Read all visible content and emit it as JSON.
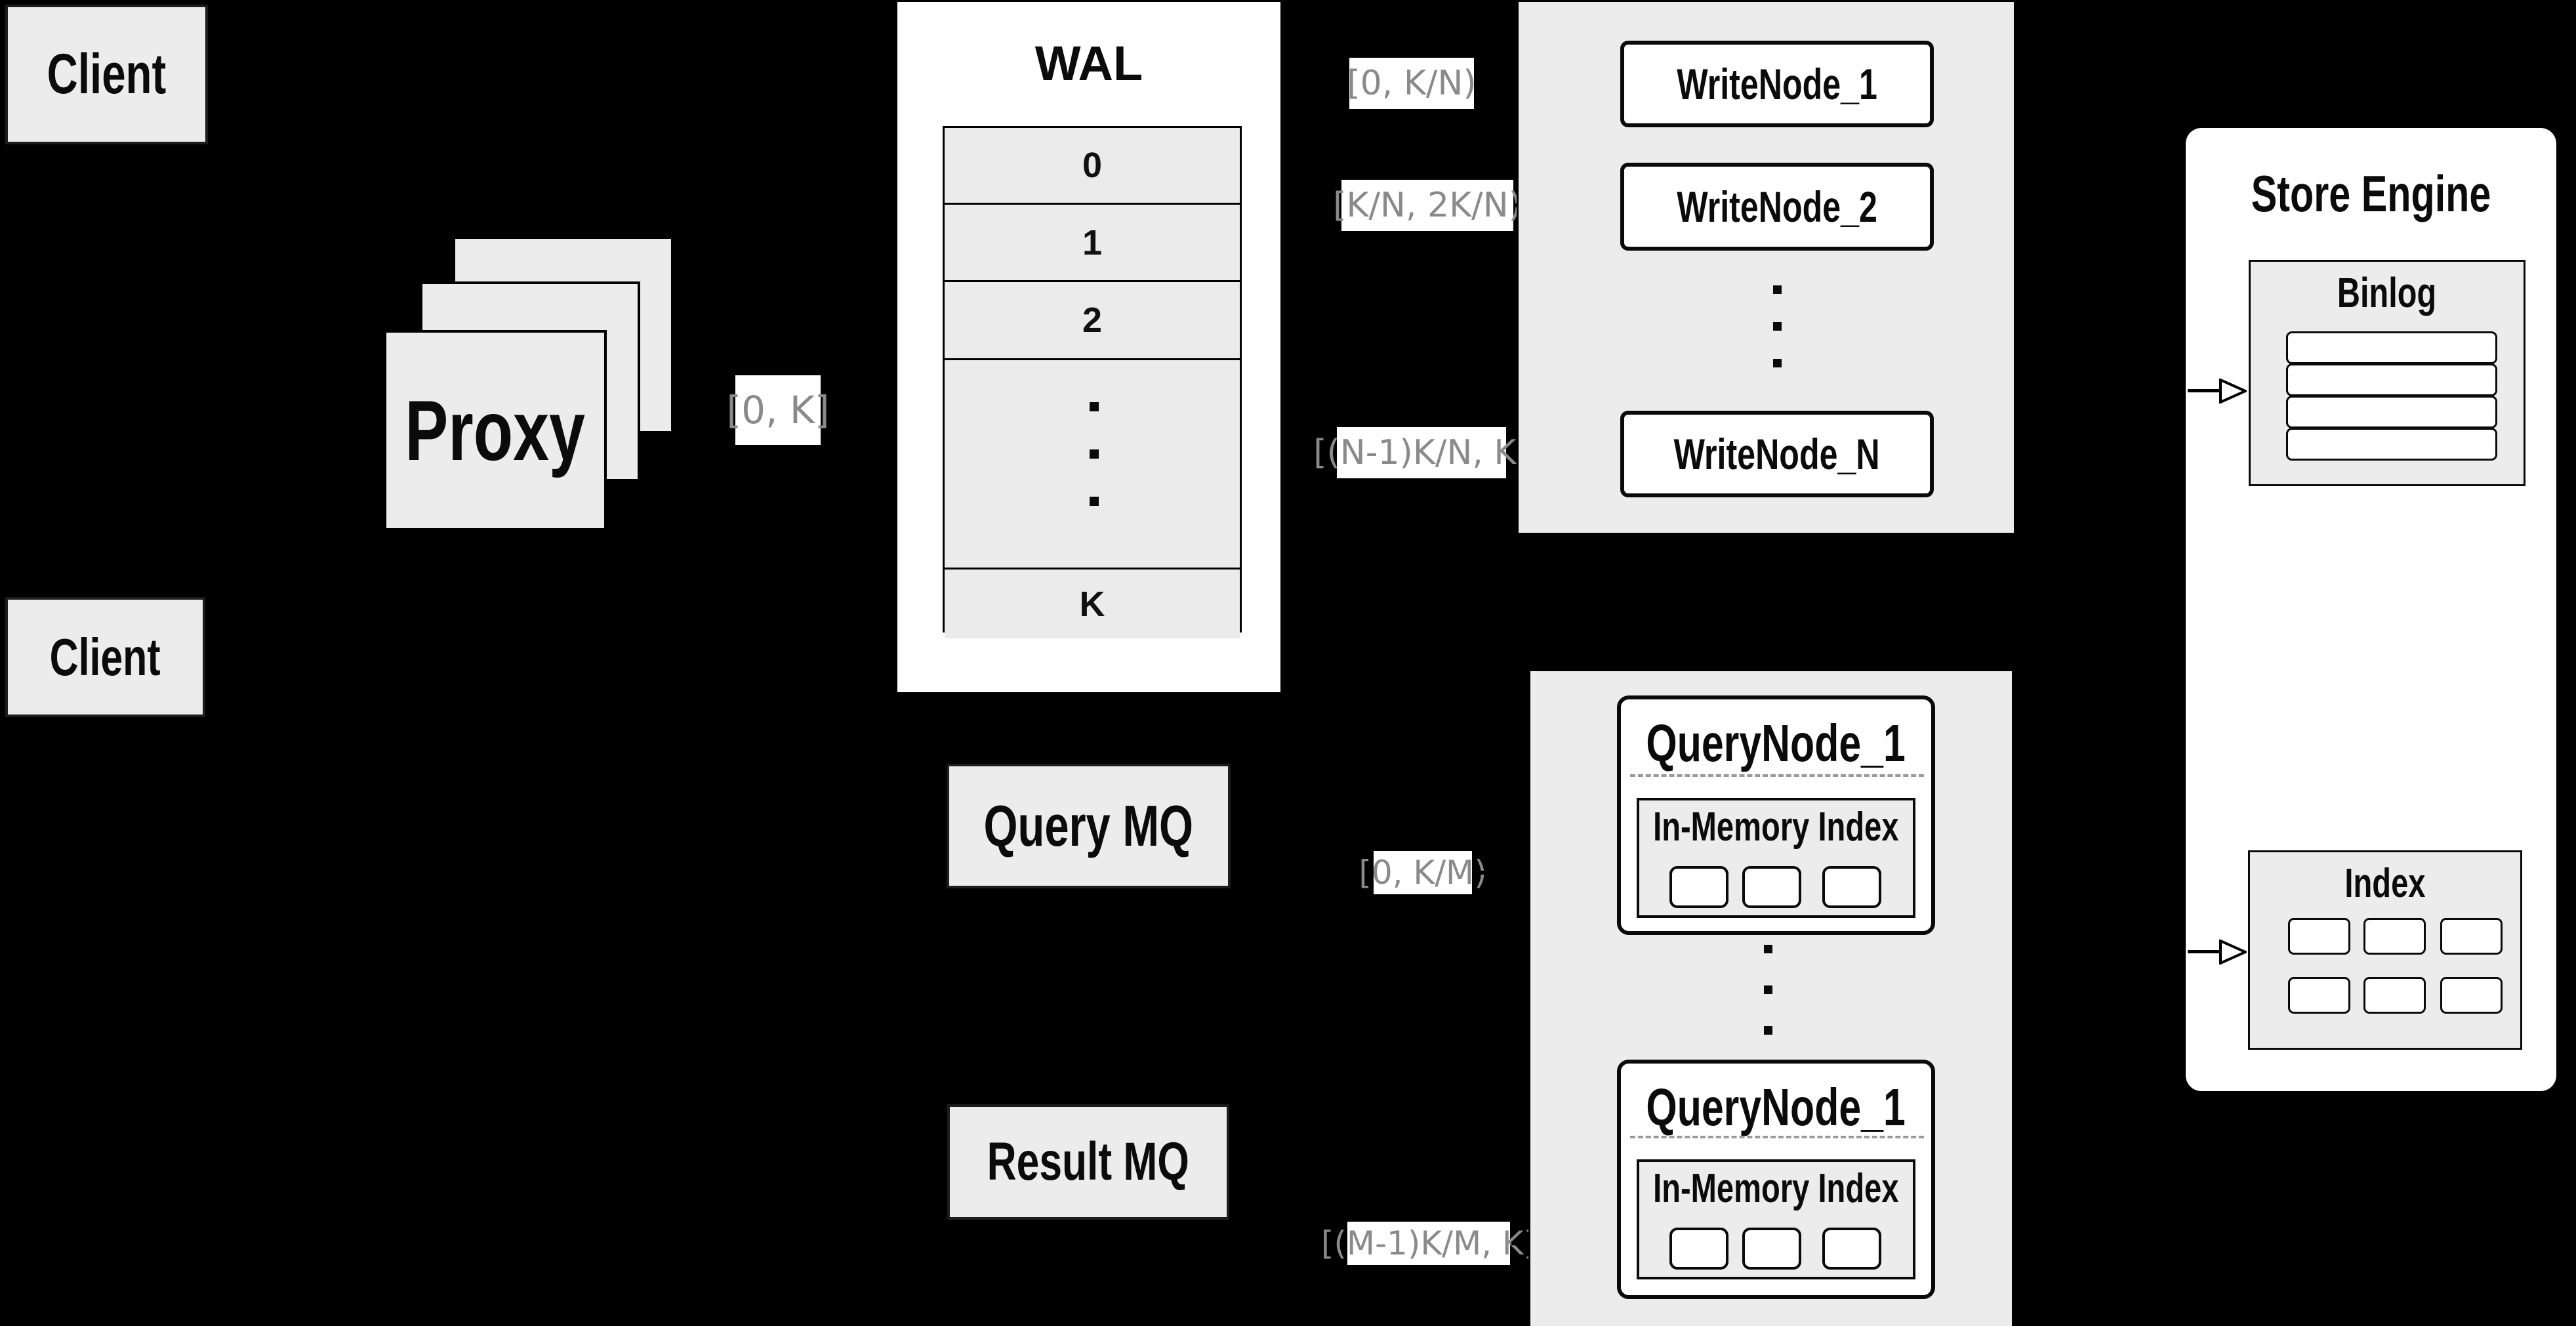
{
  "colors": {
    "background": "#000000",
    "panel_gray": "#ececec",
    "row_gray": "#ebebeb",
    "white": "#ffffff",
    "range_label_text": "#8a8a8a",
    "text_black": "#0b0b0b"
  },
  "client_top": {
    "label": "Client"
  },
  "client_bottom": {
    "label": "Client"
  },
  "proxy": {
    "label": "Proxy"
  },
  "wal": {
    "title": "WAL",
    "rows": [
      "0",
      "1",
      "2"
    ],
    "last_row": "K"
  },
  "edge_labels": {
    "proxy_out": "[0, K]",
    "write_1": "[0,  K/N)",
    "write_2": "[K/N, 2K/N)",
    "write_n": "[(N-1)K/N,  K]",
    "query_1": "[0, K/M)",
    "query_2": "[(M-1)K/M, K]"
  },
  "write_nodes": {
    "n1": "WriteNode_1",
    "n2": "WriteNode_2",
    "nn": "WriteNode_N"
  },
  "query_mq": {
    "label": "Query MQ"
  },
  "result_mq": {
    "label": "Result MQ"
  },
  "query_nodes": {
    "top": {
      "title": "QueryNode_1",
      "inmem_title": "In-Memory Index"
    },
    "bottom": {
      "title": "QueryNode_1",
      "inmem_title": "In-Memory Index"
    }
  },
  "store_engine": {
    "title": "Store Engine",
    "binlog_title": "Binlog",
    "index_title": "Index"
  }
}
